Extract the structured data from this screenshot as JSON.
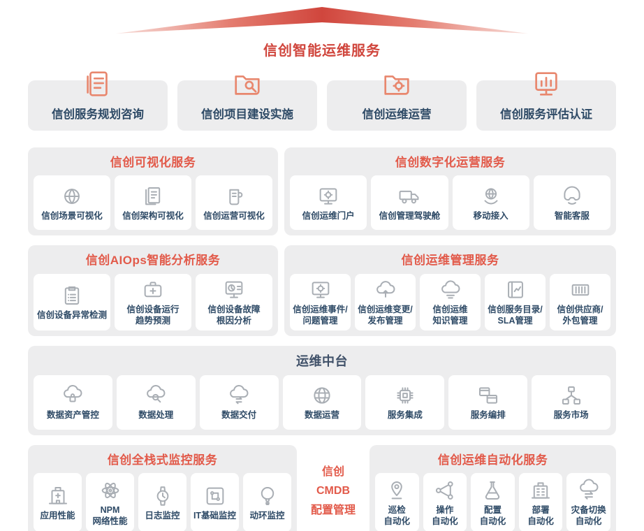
{
  "colors": {
    "accent_red": "#d0463d",
    "panel_title_orange": "#e25a4a",
    "text_navy": "#2e4a66",
    "panel_bg": "#ededee",
    "icon_gray": "#a9aeb4",
    "icon_orange": "#e8876e",
    "middle_title": "#3f5068"
  },
  "header": {
    "title": "信创智能运维服务"
  },
  "top_services": [
    {
      "label": "信创服务规划咨询",
      "icon": "report-icon"
    },
    {
      "label": "信创项目建设实施",
      "icon": "folder-search-icon"
    },
    {
      "label": "信创运维运营",
      "icon": "folder-gear-icon"
    },
    {
      "label": "信创服务评估认证",
      "icon": "chart-board-icon"
    }
  ],
  "panels": [
    {
      "title": "信创可视化服务",
      "items": [
        {
          "label": "信创场景可视化",
          "icon": "globe-arrows-icon"
        },
        {
          "label": "信创架构可视化",
          "icon": "blueprint-icon"
        },
        {
          "label": "信创运营可视化",
          "icon": "dashboard-icon"
        }
      ]
    },
    {
      "title": "信创数字化运营服务",
      "items": [
        {
          "label": "信创运维门户",
          "icon": "gear-screen-icon"
        },
        {
          "label": "信创管理驾驶舱",
          "icon": "truck-icon"
        },
        {
          "label": "移动接入",
          "icon": "hand-globe-icon"
        },
        {
          "label": "智能客服",
          "icon": "vr-headset-icon"
        }
      ]
    },
    {
      "title": "信创AIOps智能分析服务",
      "items": [
        {
          "label": "信创设备异常检测",
          "icon": "clipboard-list-icon"
        },
        {
          "label": "信创设备运行\n趋势预测",
          "icon": "medkit-icon"
        },
        {
          "label": "信创设备故障\n根因分析",
          "icon": "monitor-pie-icon"
        }
      ]
    },
    {
      "title": "信创运维管理服务",
      "items": [
        {
          "label": "信创运维事件/\n问题管理",
          "icon": "gear-screen-icon"
        },
        {
          "label": "信创运维变更/\n发布管理",
          "icon": "cloud-up-icon"
        },
        {
          "label": "信创运维\n知识管理",
          "icon": "cloud-data-icon"
        },
        {
          "label": "信创服务目录/\nSLA管理",
          "icon": "book-chart-icon"
        },
        {
          "label": "信创供应商/\n外包管理",
          "icon": "container-icon"
        }
      ]
    },
    {
      "title": "运维中台",
      "items": [
        {
          "label": "数据资产管控",
          "icon": "cloud-lock-icon"
        },
        {
          "label": "数据处理",
          "icon": "cloud-search-icon"
        },
        {
          "label": "数据交付",
          "icon": "cloud-sync-icon"
        },
        {
          "label": "数据运营",
          "icon": "globe-net-icon"
        },
        {
          "label": "服务集成",
          "icon": "chip-icon"
        },
        {
          "label": "服务编排",
          "icon": "windows-icon"
        },
        {
          "label": "服务市场",
          "icon": "network-icon"
        }
      ]
    },
    {
      "title": "信创全栈式监控服务",
      "items": [
        {
          "label": "应用性能",
          "icon": "hospital-icon"
        },
        {
          "label": "NPM\n网络性能",
          "icon": "atom-icon"
        },
        {
          "label": "日志监控",
          "icon": "watch-icon"
        },
        {
          "label": "IT基础监控",
          "icon": "circuit-icon"
        },
        {
          "label": "动环监控",
          "icon": "balloon-icon"
        }
      ]
    },
    {
      "title": "信创运维自动化服务",
      "items": [
        {
          "label": "巡检\n自动化",
          "icon": "patrol-icon"
        },
        {
          "label": "操作\n自动化",
          "icon": "share-nodes-icon"
        },
        {
          "label": "配置\n自动化",
          "icon": "flask-icon"
        },
        {
          "label": "部署\n自动化",
          "icon": "building-icon"
        },
        {
          "label": "灾备切换\n自动化",
          "icon": "cloud-switch-icon"
        }
      ]
    }
  ],
  "cmdb": {
    "lines": [
      "信创",
      "CMDB",
      "配置管理"
    ]
  }
}
